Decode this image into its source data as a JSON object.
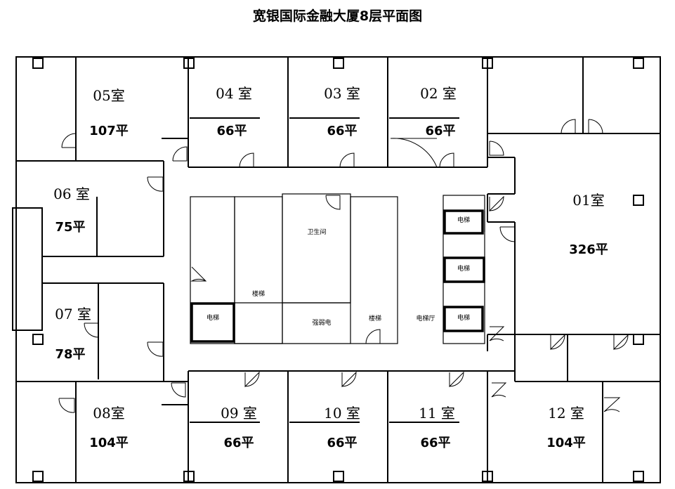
{
  "title": "宽银国际金融大厦8层平面图",
  "rooms": [
    {
      "name": "05室",
      "area": "107平"
    },
    {
      "name": "04 室",
      "area": "66平"
    },
    {
      "name": "03 室",
      "area": "66平"
    },
    {
      "name": "02 室",
      "area": "66平"
    },
    {
      "name": "01室",
      "area": "326平"
    },
    {
      "name": "06 室",
      "area": "75平"
    },
    {
      "name": "07 室",
      "area": "78平"
    },
    {
      "name": "08室",
      "area": "104平"
    },
    {
      "name": "09 室",
      "area": "66平"
    },
    {
      "name": "10 室",
      "area": "66平"
    },
    {
      "name": "11 室",
      "area": "66平"
    },
    {
      "name": "12 室",
      "area": "104平"
    }
  ],
  "core": {
    "toilet": "卫生间",
    "stairs_left": "楼梯",
    "stairs_right": "楼梯",
    "electrical": "强弱电",
    "elevator_hall": "电梯厅",
    "elevator_left": "电梯",
    "elevators_right": [
      "电梯",
      "电梯",
      "电梯"
    ]
  }
}
